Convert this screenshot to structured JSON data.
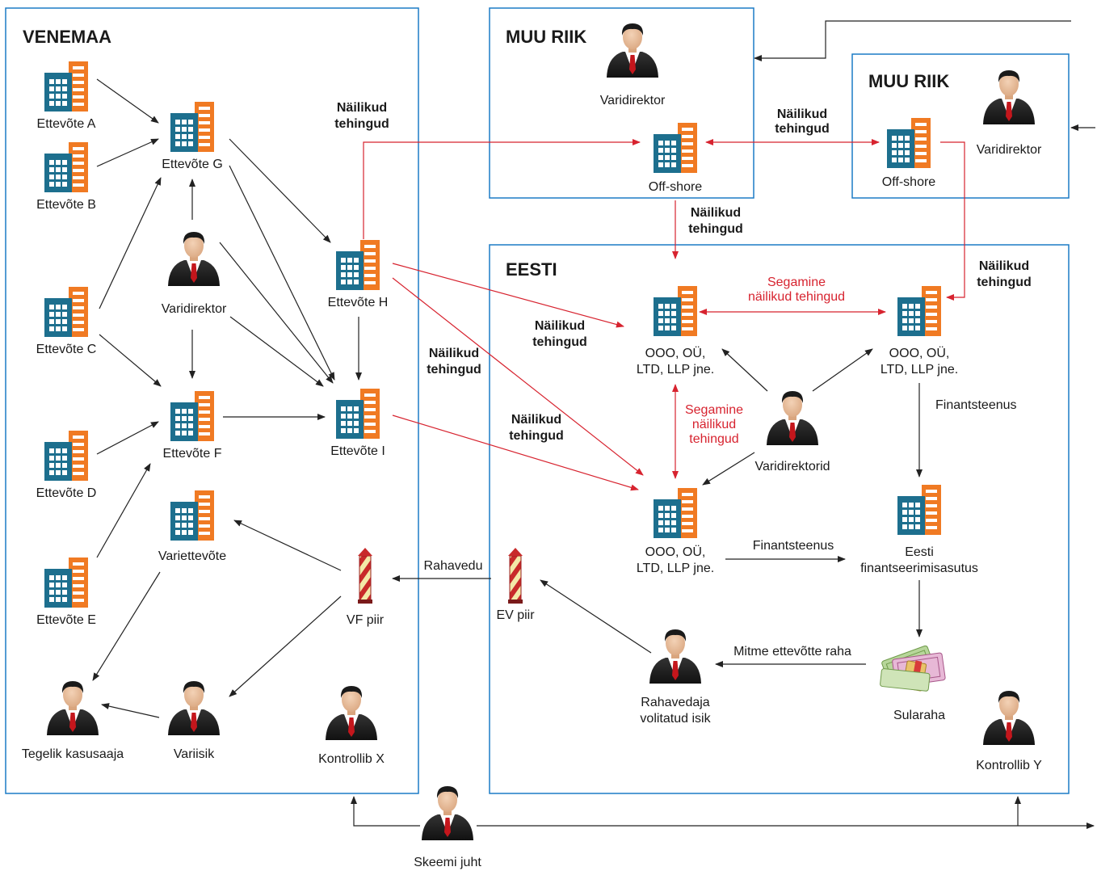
{
  "colors": {
    "box_border": "#1c7bc5",
    "arrow_black": "#222222",
    "arrow_red": "#d7232f",
    "building_blue": "#1d6f8e",
    "building_orange": "#f07a23",
    "label_red": "#d7232f"
  },
  "regions": {
    "russia": "VENEMAA",
    "other1": "MUU RIIK",
    "other2": "MUU RIIK",
    "estonia": "EESTI"
  },
  "buildings": {
    "a": {
      "icon": "building-icon",
      "lines": [
        "Ettevõte A"
      ]
    },
    "b": {
      "icon": "building-icon",
      "lines": [
        "Ettevõte B"
      ]
    },
    "c": {
      "icon": "building-icon",
      "lines": [
        "Ettevõte C"
      ]
    },
    "d": {
      "icon": "building-icon",
      "lines": [
        "Ettevõte D"
      ]
    },
    "e": {
      "icon": "building-icon",
      "lines": [
        "Ettevõte E"
      ]
    },
    "g": {
      "icon": "building-icon",
      "lines": [
        "Ettevõte G"
      ]
    },
    "f": {
      "icon": "building-icon",
      "lines": [
        "Ettevõte F"
      ]
    },
    "vari": {
      "icon": "building-icon",
      "lines": [
        "Variettevõte"
      ]
    },
    "h": {
      "icon": "building-icon",
      "lines": [
        "Ettevõte H"
      ]
    },
    "i": {
      "icon": "building-icon",
      "lines": [
        "Ettevõte I"
      ]
    },
    "off1": {
      "icon": "building-icon",
      "lines": [
        "Off-shore"
      ]
    },
    "off2": {
      "icon": "building-icon",
      "lines": [
        "Off-shore"
      ]
    },
    "ooo1": {
      "icon": "building-icon",
      "lines": [
        "OOO, OÜ,",
        "LTD, LLP jne."
      ]
    },
    "ooo2": {
      "icon": "building-icon",
      "lines": [
        "OOO, OÜ,",
        "LTD, LLP jne."
      ]
    },
    "ooo3": {
      "icon": "building-icon",
      "lines": [
        "OOO, OÜ,",
        "LTD, LLP jne."
      ]
    },
    "fin": {
      "icon": "building-icon",
      "lines": [
        "Eesti",
        "finantseerimisasutus"
      ]
    }
  },
  "persons": {
    "vd_ru": {
      "icon": "person-icon",
      "lines": [
        "Varidirektor"
      ]
    },
    "kasu": {
      "icon": "person-icon",
      "lines": [
        "Tegelik kasusaaja"
      ]
    },
    "variisik": {
      "icon": "person-icon",
      "lines": [
        "Variisik"
      ]
    },
    "kx": {
      "icon": "person-icon",
      "lines": [
        "Kontrollib X"
      ]
    },
    "vd_o1": {
      "icon": "person-icon",
      "lines": [
        "Varidirektor"
      ]
    },
    "vd_o2": {
      "icon": "person-icon",
      "lines": [
        "Varidirektor"
      ]
    },
    "vds": {
      "icon": "person-icon",
      "lines": [
        "Varidirektorid"
      ]
    },
    "rv": {
      "icon": "person-icon",
      "lines": [
        "Rahavedaja",
        "volitatud isik"
      ]
    },
    "ky": {
      "icon": "person-icon",
      "lines": [
        "Kontrollib Y"
      ]
    },
    "juht": {
      "icon": "person-icon",
      "lines": [
        "Skeemi juht"
      ]
    }
  },
  "borders": {
    "vf": {
      "icon": "border-post-icon",
      "label": "VF piir"
    },
    "ev": {
      "icon": "border-post-icon",
      "label": "EV piir"
    }
  },
  "cash": {
    "icon": "banknotes-icon",
    "label": "Sularaha"
  },
  "edge_labels": {
    "nailikud1": [
      "Näilikud",
      "tehingud"
    ],
    "nailikud2": [
      "Näilikud",
      "tehingud"
    ],
    "nailikud3": [
      "Näilikud",
      "tehingud"
    ],
    "nailikud4": [
      "Näilikud",
      "tehingud"
    ],
    "nailikud5": [
      "Näilikud",
      "tehingud"
    ],
    "nailikud6": [
      "Näilikud",
      "tehingud"
    ],
    "nailikud7": [
      "Näilikud",
      "tehingud"
    ],
    "segamine1": [
      "Segamine",
      "näilikud tehingud"
    ],
    "segamine2": [
      "Segamine",
      "näilikud",
      "tehingud"
    ],
    "fin1": [
      "Finantsteenus"
    ],
    "fin2": [
      "Finantsteenus"
    ],
    "rahavedu": [
      "Rahavedu"
    ],
    "mitme": [
      "Mitme ettevõtte raha"
    ]
  }
}
